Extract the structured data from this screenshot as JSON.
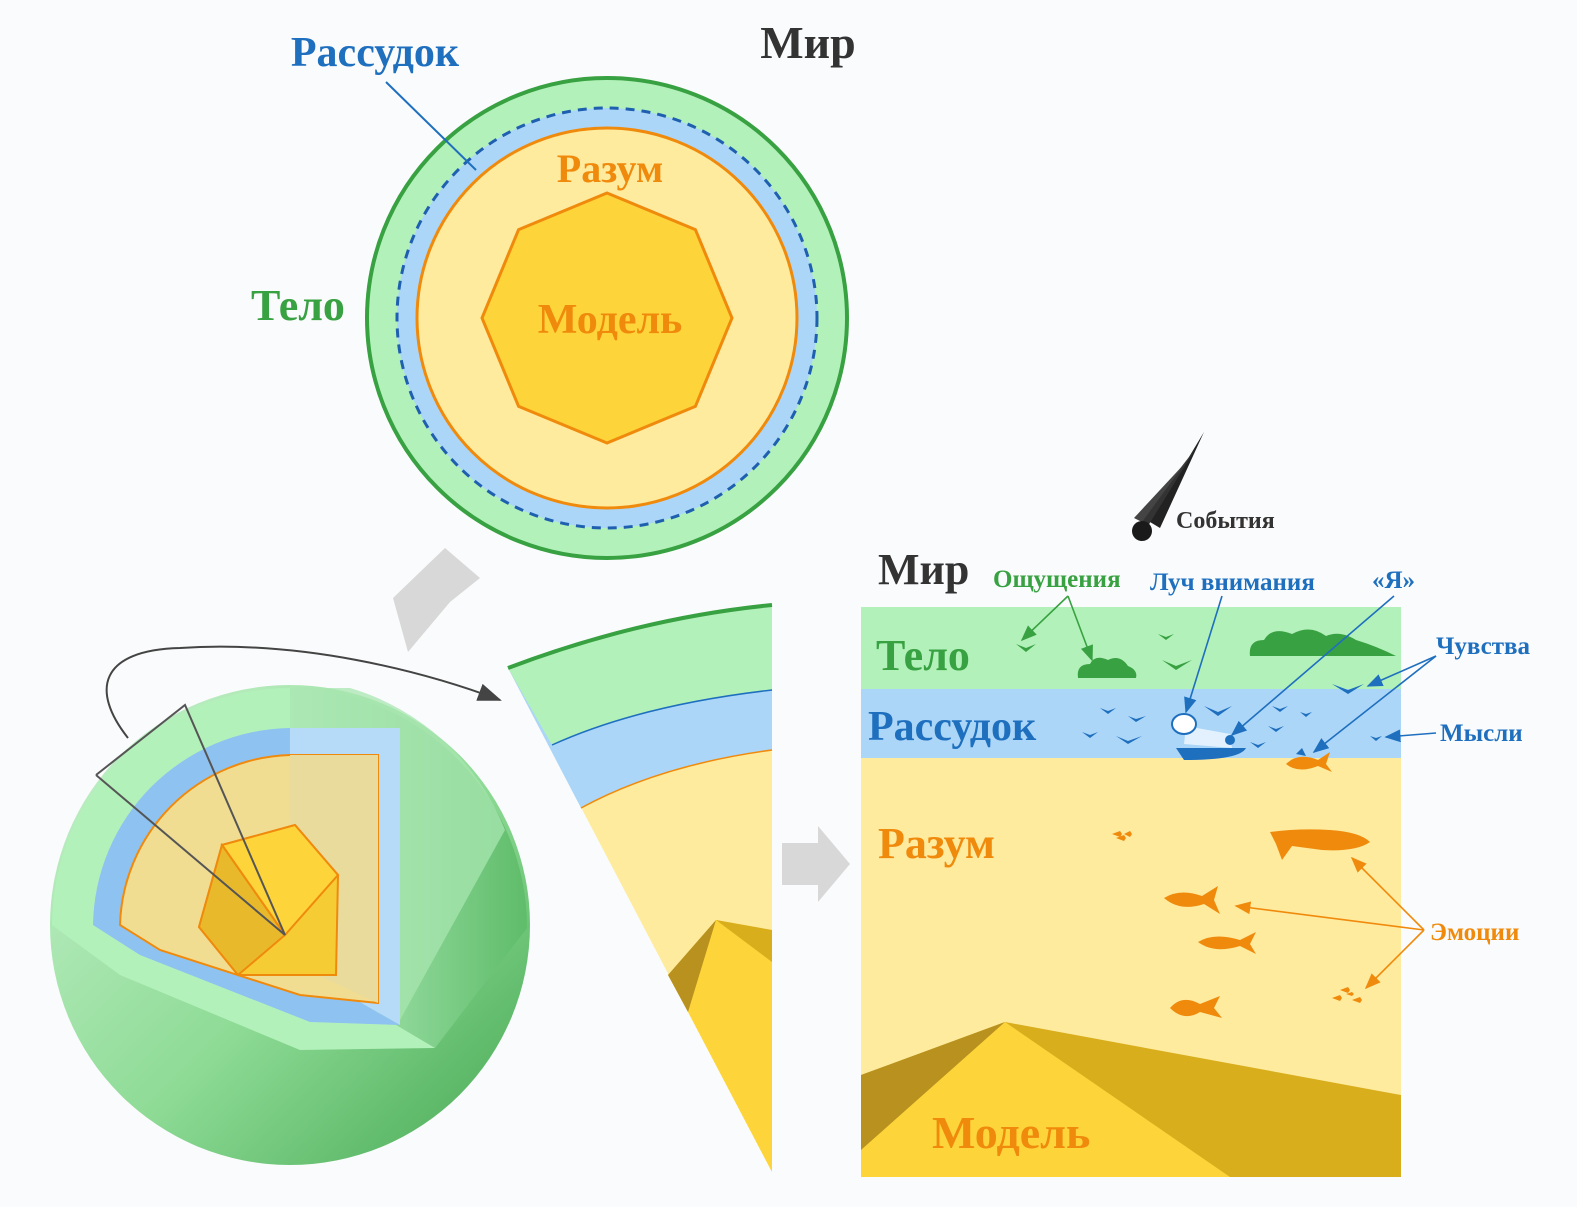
{
  "colors": {
    "body": "#38a141",
    "body_fill": "#b3f1bb",
    "reason": "#1f6fbf",
    "reason_fill": "#abd6f8",
    "mind": "#f08a0c",
    "mind_fill": "#feeb9e",
    "model_fill": "#fdd43a",
    "world": "#333333"
  },
  "top": {
    "world": "Мир",
    "reason": "Рассудок",
    "mind": "Разум",
    "body": "Тело",
    "model": "Модель"
  },
  "scene": {
    "events": "События",
    "world": "Мир",
    "sensations": "Ощущения",
    "attention_ray": "Луч внимания",
    "self": "«Я»",
    "feelings": "Чувства",
    "thoughts": "Мысли",
    "emotions": "Эмоции",
    "body": "Тело",
    "reason": "Рассудок",
    "mind": "Разум",
    "model": "Модель"
  },
  "icons": [
    "meteor-icon",
    "boat-icon",
    "fish-icon",
    "bird-icon",
    "bush-icon",
    "arrow-icon"
  ]
}
